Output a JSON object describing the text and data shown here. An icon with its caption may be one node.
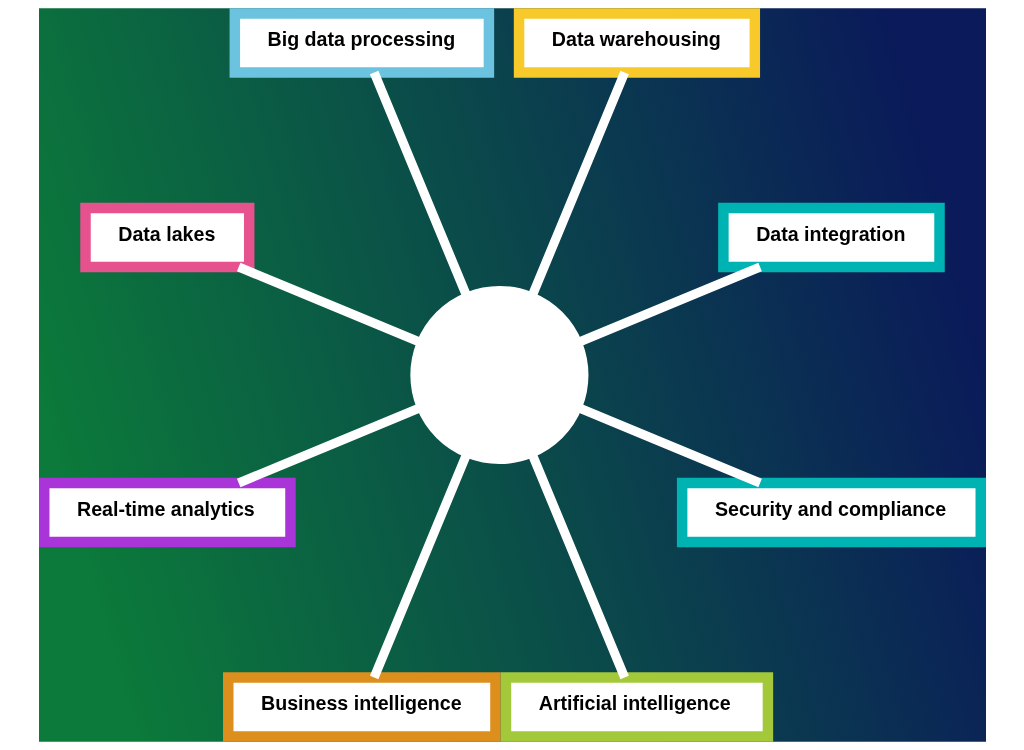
{
  "diagram": {
    "nodes": [
      {
        "text": [],
        "shape": "circle"
      },
      {
        "text": [
          "Data integration"
        ]
      },
      {
        "text": [
          "Data warehousing"
        ]
      },
      {
        "text": [
          "Big data processing"
        ]
      },
      {
        "text": [
          "Data lakes"
        ]
      },
      {
        "text": [
          "Real-time analytics"
        ]
      },
      {
        "text": [
          "Business intelligence"
        ]
      },
      {
        "text": [
          "Artificial intelligence"
        ]
      },
      {
        "text": [
          "Security and compliance"
        ]
      }
    ],
    "edges": [
      {
        "from": 0,
        "to": 1,
        "arrow": "none"
      },
      {
        "from": 0,
        "to": 2,
        "arrow": "none"
      },
      {
        "from": 0,
        "to": 3,
        "arrow": "none"
      },
      {
        "from": 0,
        "to": 4,
        "arrow": "none"
      },
      {
        "from": 0,
        "to": 5,
        "arrow": "none"
      },
      {
        "from": 0,
        "to": 6,
        "arrow": "none"
      },
      {
        "from": 0,
        "to": 7,
        "arrow": "none"
      },
      {
        "from": 0,
        "to": 8,
        "arrow": "none"
      }
    ]
  }
}
